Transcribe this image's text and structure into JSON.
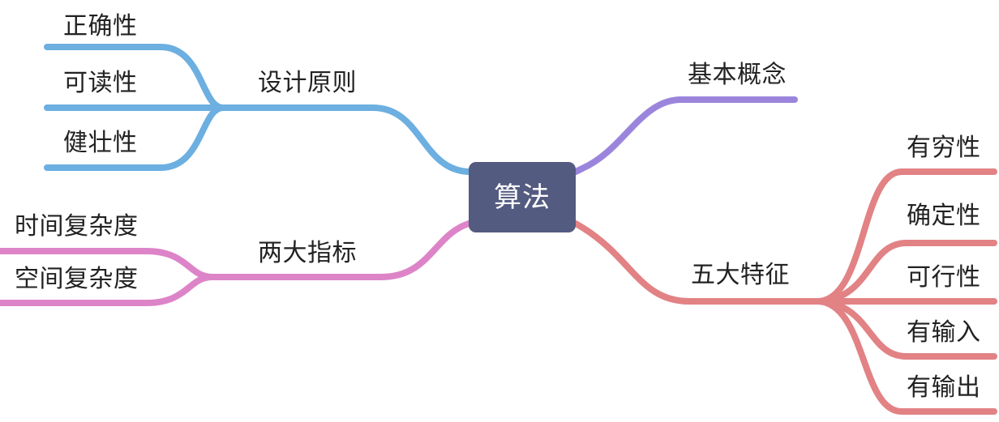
{
  "diagram": {
    "type": "mindmap",
    "title": "算法",
    "background": "#ffffff",
    "text_color": "#222222",
    "central": {
      "label": "算法",
      "fill": "#545b80",
      "text_color": "#ffffff"
    },
    "branches": [
      {
        "id": "design-principles",
        "label": "设计原则",
        "color": "#6cafe0",
        "side": "left",
        "children": [
          {
            "id": "correctness",
            "label": "正确性"
          },
          {
            "id": "readability",
            "label": "可读性"
          },
          {
            "id": "robustness",
            "label": "健壮性"
          }
        ]
      },
      {
        "id": "two-metrics",
        "label": "两大指标",
        "color": "#dd84c8",
        "side": "left",
        "children": [
          {
            "id": "time-complexity",
            "label": "时间复杂度"
          },
          {
            "id": "space-complexity",
            "label": "空间复杂度"
          }
        ]
      },
      {
        "id": "basic-concepts",
        "label": "基本概念",
        "color": "#9b85dc",
        "side": "right",
        "children": []
      },
      {
        "id": "five-features",
        "label": "五大特征",
        "color": "#e28285",
        "side": "right",
        "children": [
          {
            "id": "finiteness",
            "label": "有穷性"
          },
          {
            "id": "definiteness",
            "label": "确定性"
          },
          {
            "id": "feasibility",
            "label": "可行性"
          },
          {
            "id": "has-input",
            "label": "有输入"
          },
          {
            "id": "has-output",
            "label": "有输出"
          }
        ]
      }
    ]
  }
}
